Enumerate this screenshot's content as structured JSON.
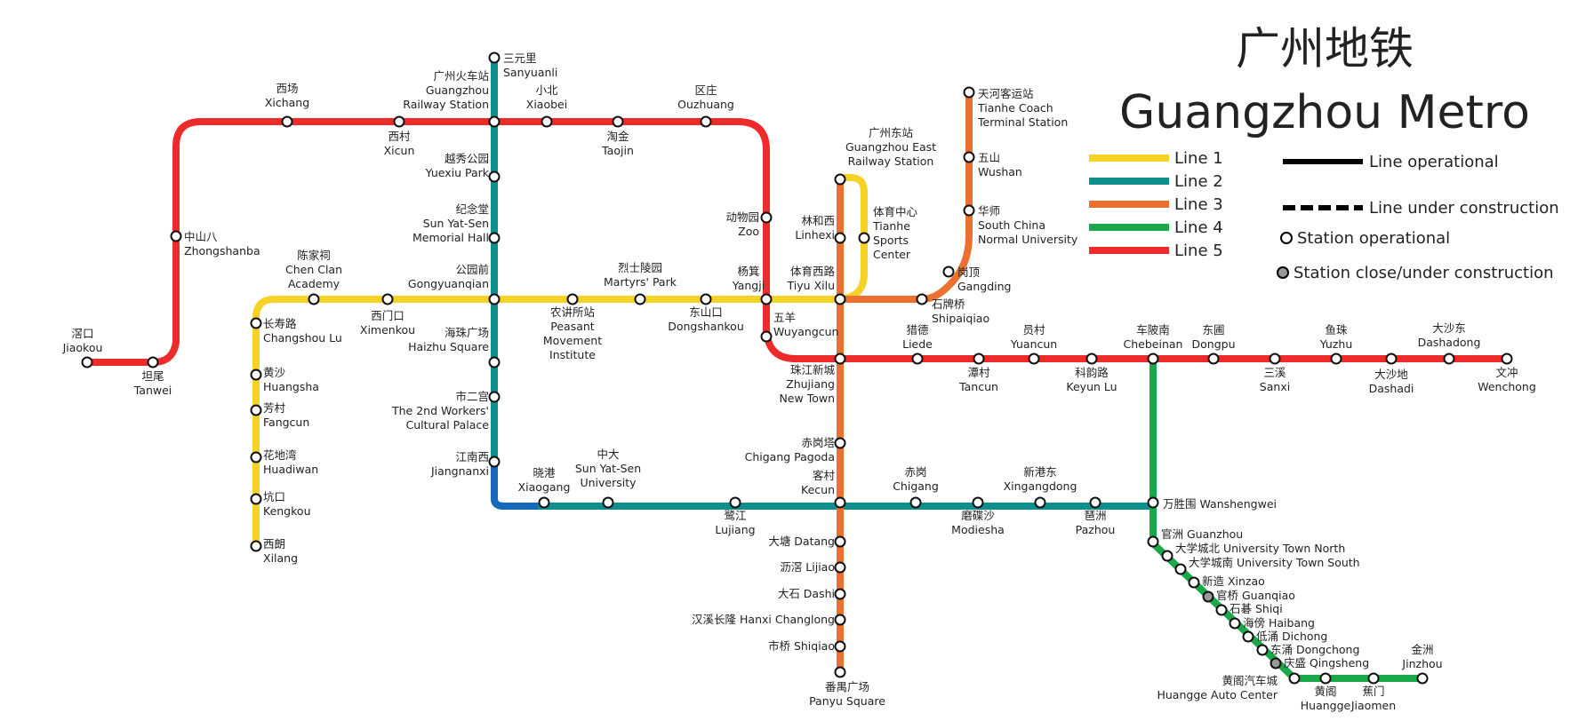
{
  "title_cn": "广州地铁",
  "title_en": "Guangzhou Metro",
  "legend": {
    "lines": [
      {
        "name": "Line 1",
        "color": "#f5d326"
      },
      {
        "name": "Line 2",
        "color": "#0e8f8c"
      },
      {
        "name": "Line 3",
        "color": "#ec7030"
      },
      {
        "name": "Line 4",
        "color": "#1aa84a"
      },
      {
        "name": "Line 5",
        "color": "#ee2b2b"
      }
    ],
    "operational": "Line operational",
    "construction": "Line under construction",
    "station_operational": "Station operational",
    "station_closed": "Station close/under construction"
  },
  "station_color": {
    "operational": "#ffffff",
    "closed": "#999999",
    "line_2_alt": "#1668b8"
  },
  "stations": [
    {
      "id": "sanyuanli",
      "cn": "三元里",
      "en": "Sanyuanli",
      "lines": [
        "2"
      ]
    },
    {
      "id": "guangzhou_rs",
      "cn": "广州火车站",
      "en": "Guangzhou Railway Station",
      "lines": [
        "2",
        "5"
      ]
    },
    {
      "id": "yuexiu",
      "cn": "越秀公园",
      "en": "Yuexiu Park",
      "lines": [
        "2"
      ]
    },
    {
      "id": "sunyatsen_mh",
      "cn": "纪念堂",
      "en": "Sun Yat-Sen Memorial Hall",
      "lines": [
        "2"
      ]
    },
    {
      "id": "gongyuanqian",
      "cn": "公园前",
      "en": "Gongyuanqian",
      "lines": [
        "1",
        "2"
      ]
    },
    {
      "id": "haizhu",
      "cn": "海珠广场",
      "en": "Haizhu Square",
      "lines": [
        "2"
      ]
    },
    {
      "id": "workers_palace",
      "cn": "市二宫",
      "en": "The 2nd Workers' Cultural Palace",
      "lines": [
        "2"
      ]
    },
    {
      "id": "jiangnanxi",
      "cn": "江南西",
      "en": "Jiangnanxi",
      "lines": [
        "2"
      ]
    },
    {
      "id": "xiaogang",
      "cn": "晓港",
      "en": "Xiaogang",
      "lines": [
        "2"
      ]
    },
    {
      "id": "sysu",
      "cn": "中大",
      "en": "Sun Yat-Sen University",
      "lines": [
        "2"
      ]
    },
    {
      "id": "lujiang",
      "cn": "鹭江",
      "en": "Lujiang",
      "lines": [
        "2"
      ]
    },
    {
      "id": "kecun",
      "cn": "客村",
      "en": "Kecun",
      "lines": [
        "2",
        "3"
      ]
    },
    {
      "id": "chigang",
      "cn": "赤岗",
      "en": "Chigang",
      "lines": [
        "2"
      ]
    },
    {
      "id": "modiesha",
      "cn": "磨碟沙",
      "en": "Modiesha",
      "lines": [
        "2"
      ]
    },
    {
      "id": "xingangdong",
      "cn": "新港东",
      "en": "Xingangdong",
      "lines": [
        "2"
      ]
    },
    {
      "id": "pazhou",
      "cn": "琶洲",
      "en": "Pazhou",
      "lines": [
        "2"
      ]
    },
    {
      "id": "wanshengwei",
      "cn": "万胜围",
      "en": "Wanshengwei",
      "lines": [
        "2",
        "4"
      ]
    },
    {
      "id": "xilang",
      "cn": "西朗",
      "en": "Xilang",
      "lines": [
        "1"
      ]
    },
    {
      "id": "kengkou",
      "cn": "坑口",
      "en": "Kengkou",
      "lines": [
        "1"
      ]
    },
    {
      "id": "huadiwan",
      "cn": "花地湾",
      "en": "Huadiwan",
      "lines": [
        "1"
      ]
    },
    {
      "id": "fangcun",
      "cn": "芳村",
      "en": "Fangcun",
      "lines": [
        "1"
      ]
    },
    {
      "id": "huangsha",
      "cn": "黄沙",
      "en": "Huangsha",
      "lines": [
        "1"
      ]
    },
    {
      "id": "changshoulu",
      "cn": "长寿路",
      "en": "Changshou Lu",
      "lines": [
        "1"
      ]
    },
    {
      "id": "chenclan",
      "cn": "陈家祠",
      "en": "Chen Clan Academy",
      "lines": [
        "1"
      ]
    },
    {
      "id": "ximenkou",
      "cn": "西门口",
      "en": "Ximenkou",
      "lines": [
        "1"
      ]
    },
    {
      "id": "peasant",
      "cn": "农讲所站",
      "en": "Peasant Movement Institute",
      "lines": [
        "1"
      ]
    },
    {
      "id": "martyrs",
      "cn": "烈士陵园",
      "en": "Martyrs' Park",
      "lines": [
        "1"
      ]
    },
    {
      "id": "dongshankou",
      "cn": "东山口",
      "en": "Dongshankou",
      "lines": [
        "1"
      ]
    },
    {
      "id": "yangji",
      "cn": "杨箕",
      "en": "Yangji",
      "lines": [
        "1",
        "5"
      ]
    },
    {
      "id": "tiyuxilu",
      "cn": "体育西路",
      "en": "Tiyu Xilu",
      "lines": [
        "1",
        "3"
      ]
    },
    {
      "id": "tianhe_sports",
      "cn": "体育中心",
      "en": "Tianhe Sports Center",
      "lines": [
        "1"
      ]
    },
    {
      "id": "gz_east",
      "cn": "广州东站",
      "en": "Guangzhou East Railway Station",
      "lines": [
        "1",
        "3"
      ]
    },
    {
      "id": "linhexi",
      "cn": "林和西",
      "en": "Linhexi",
      "lines": [
        "3"
      ]
    },
    {
      "id": "shipaiqiao",
      "cn": "石牌桥",
      "en": "Shipaiqiao",
      "lines": [
        "3"
      ]
    },
    {
      "id": "gangding",
      "cn": "岗顶",
      "en": "Gangding",
      "lines": [
        "3"
      ]
    },
    {
      "id": "scnu",
      "cn": "华师",
      "en": "South China Normal University",
      "lines": [
        "3"
      ]
    },
    {
      "id": "wushan",
      "cn": "五山",
      "en": "Wushan",
      "lines": [
        "3"
      ]
    },
    {
      "id": "tianhe_coach",
      "cn": "天河客运站",
      "en": "Tianhe Coach Terminal Station",
      "lines": [
        "3"
      ]
    },
    {
      "id": "zhujiang_nt",
      "cn": "珠江新城",
      "en": "Zhujiang New Town",
      "lines": [
        "3",
        "5"
      ]
    },
    {
      "id": "chigang_pagoda",
      "cn": "赤岗塔",
      "en": "Chigang Pagoda",
      "lines": [
        "3"
      ]
    },
    {
      "id": "datang",
      "cn": "大塘",
      "en": "Datang",
      "lines": [
        "3"
      ]
    },
    {
      "id": "lijiao",
      "cn": "沥滘",
      "en": "Lijiao",
      "lines": [
        "3"
      ]
    },
    {
      "id": "dashi",
      "cn": "大石",
      "en": "Dashi",
      "lines": [
        "3"
      ]
    },
    {
      "id": "hanxi",
      "cn": "汉溪长隆",
      "en": "Hanxi Changlong",
      "lines": [
        "3"
      ]
    },
    {
      "id": "shiqiao",
      "cn": "市桥",
      "en": "Shiqiao",
      "lines": [
        "3"
      ]
    },
    {
      "id": "panyu",
      "cn": "番禺广场",
      "en": "Panyu Square",
      "lines": [
        "3"
      ]
    },
    {
      "id": "jiaokou",
      "cn": "滘口",
      "en": "Jiaokou",
      "lines": [
        "5"
      ]
    },
    {
      "id": "tanwei",
      "cn": "坦尾",
      "en": "Tanwei",
      "lines": [
        "5"
      ]
    },
    {
      "id": "zhongshanba",
      "cn": "中山八",
      "en": "Zhongshanba",
      "lines": [
        "5"
      ]
    },
    {
      "id": "xichang",
      "cn": "西场",
      "en": "Xichang",
      "lines": [
        "5"
      ]
    },
    {
      "id": "xicun",
      "cn": "西村",
      "en": "Xicun",
      "lines": [
        "5"
      ]
    },
    {
      "id": "xiaobei",
      "cn": "小北",
      "en": "Xiaobei",
      "lines": [
        "5"
      ]
    },
    {
      "id": "taojin",
      "cn": "淘金",
      "en": "Taojin",
      "lines": [
        "5"
      ]
    },
    {
      "id": "ouzhuang",
      "cn": "区庄",
      "en": "Ouzhuang",
      "lines": [
        "5"
      ]
    },
    {
      "id": "zoo",
      "cn": "动物园",
      "en": "Zoo",
      "lines": [
        "5"
      ]
    },
    {
      "id": "wuyangcun",
      "cn": "五羊",
      "en": "Wuyangcun",
      "lines": [
        "5"
      ]
    },
    {
      "id": "liede",
      "cn": "猎德",
      "en": "Liede",
      "lines": [
        "5"
      ]
    },
    {
      "id": "tancun",
      "cn": "潭村",
      "en": "Tancun",
      "lines": [
        "5"
      ]
    },
    {
      "id": "yuancun",
      "cn": "员村",
      "en": "Yuancun",
      "lines": [
        "5"
      ]
    },
    {
      "id": "keyunlu",
      "cn": "科韵路",
      "en": "Keyun Lu",
      "lines": [
        "5"
      ]
    },
    {
      "id": "chebeinan",
      "cn": "车陂南",
      "en": "Chebeinan",
      "lines": [
        "4",
        "5"
      ]
    },
    {
      "id": "dongpu",
      "cn": "东圃",
      "en": "Dongpu",
      "lines": [
        "5"
      ]
    },
    {
      "id": "sanxi",
      "cn": "三溪",
      "en": "Sanxi",
      "lines": [
        "5"
      ]
    },
    {
      "id": "yuzhu",
      "cn": "鱼珠",
      "en": "Yuzhu",
      "lines": [
        "5"
      ]
    },
    {
      "id": "dashadi",
      "cn": "大沙地",
      "en": "Dashadi",
      "lines": [
        "5"
      ]
    },
    {
      "id": "dashadong",
      "cn": "大沙东",
      "en": "Dashadong",
      "lines": [
        "5"
      ]
    },
    {
      "id": "wenchong",
      "cn": "文冲",
      "en": "Wenchong",
      "lines": [
        "5"
      ]
    },
    {
      "id": "guanzhou",
      "cn": "官洲",
      "en": "Guanzhou",
      "lines": [
        "4"
      ]
    },
    {
      "id": "utn",
      "cn": "大学城北",
      "en": "University Town North",
      "lines": [
        "4"
      ]
    },
    {
      "id": "uts",
      "cn": "大学城南",
      "en": "University Town South",
      "lines": [
        "4"
      ]
    },
    {
      "id": "xinzao",
      "cn": "新造",
      "en": "Xinzao",
      "lines": [
        "4"
      ]
    },
    {
      "id": "guanqiao",
      "cn": "官桥",
      "en": "Guanqiao",
      "lines": [
        "4"
      ],
      "status": "closed"
    },
    {
      "id": "shiqi",
      "cn": "石碁",
      "en": "Shiqi",
      "lines": [
        "4"
      ]
    },
    {
      "id": "haibang",
      "cn": "海傍",
      "en": "Haibang",
      "lines": [
        "4"
      ]
    },
    {
      "id": "dichong",
      "cn": "低涌",
      "en": "Dichong",
      "lines": [
        "4"
      ]
    },
    {
      "id": "dongchong",
      "cn": "东涌",
      "en": "Dongchong",
      "lines": [
        "4"
      ]
    },
    {
      "id": "qingsheng",
      "cn": "庆盛",
      "en": "Qingsheng",
      "lines": [
        "4"
      ],
      "status": "closed"
    },
    {
      "id": "huangge_auto",
      "cn": "黄阁汽车城",
      "en": "Huangge Auto Center",
      "lines": [
        "4"
      ]
    },
    {
      "id": "huangge",
      "cn": "黄阁",
      "en": "Huangge",
      "lines": [
        "4"
      ]
    },
    {
      "id": "jiaomen",
      "cn": "蕉门",
      "en": "Jiaomen",
      "lines": [
        "4"
      ]
    },
    {
      "id": "jinzhou",
      "cn": "金洲",
      "en": "Jinzhou",
      "lines": [
        "4"
      ]
    }
  ]
}
